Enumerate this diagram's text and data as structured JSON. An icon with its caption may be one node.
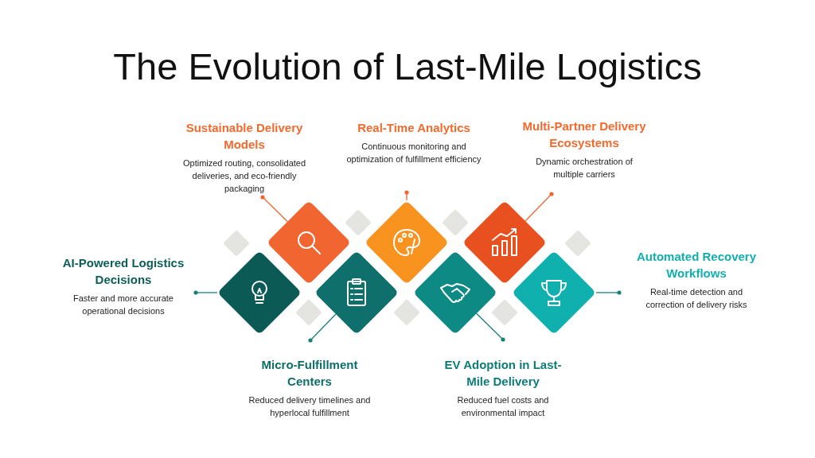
{
  "diagram": {
    "title": "The Evolution of Last-Mile Logistics",
    "nodes": [
      {
        "text": [
          "Sustainable Delivery Models",
          "Optimized routing, consolidated deliveries, and eco-friendly packaging"
        ]
      },
      {
        "text": [
          "Real-Time Analytics",
          "Continuous monitoring and optimization of fulfillment efficiency"
        ]
      },
      {
        "text": [
          "Multi-Partner Delivery Ecosystems",
          "Dynamic orchestration of multiple carriers"
        ]
      },
      {
        "text": [
          "AI-Powered Logistics Decisions",
          "Faster and more accurate operational decisions"
        ]
      },
      {
        "text": [
          "Automated Recovery Workflows",
          "Real-time detection and correction of delivery risks"
        ]
      },
      {
        "text": [
          "Micro-Fulfillment Centers",
          "Reduced delivery timelines and hyperlocal fulfillment"
        ]
      },
      {
        "text": [
          "EV Adoption in Last-Mile Delivery",
          "Reduced fuel costs and environmental impact"
        ]
      },
      {
        "text": [],
        "shape": "diamond"
      },
      {
        "text": [],
        "shape": "diamond"
      },
      {
        "text": [],
        "shape": "diamond"
      },
      {
        "text": [],
        "shape": "diamond"
      },
      {
        "text": [],
        "shape": "diamond"
      },
      {
        "text": [],
        "shape": "diamond"
      },
      {
        "text": [],
        "shape": "diamond"
      }
    ],
    "edges": [
      {
        "from": 0,
        "to": 8,
        "arrow": "other",
        "color": "#f26430"
      },
      {
        "from": 1,
        "to": 10,
        "arrow": "other",
        "color": "#f26430"
      },
      {
        "from": 2,
        "to": 12,
        "arrow": "other",
        "color": "#f26430"
      },
      {
        "from": 3,
        "to": 7,
        "arrow": "other"
      },
      {
        "from": 4,
        "to": 13,
        "arrow": "other"
      },
      {
        "from": 5,
        "to": 9,
        "arrow": "other"
      },
      {
        "from": 6,
        "to": 11,
        "arrow": "other"
      }
    ]
  }
}
